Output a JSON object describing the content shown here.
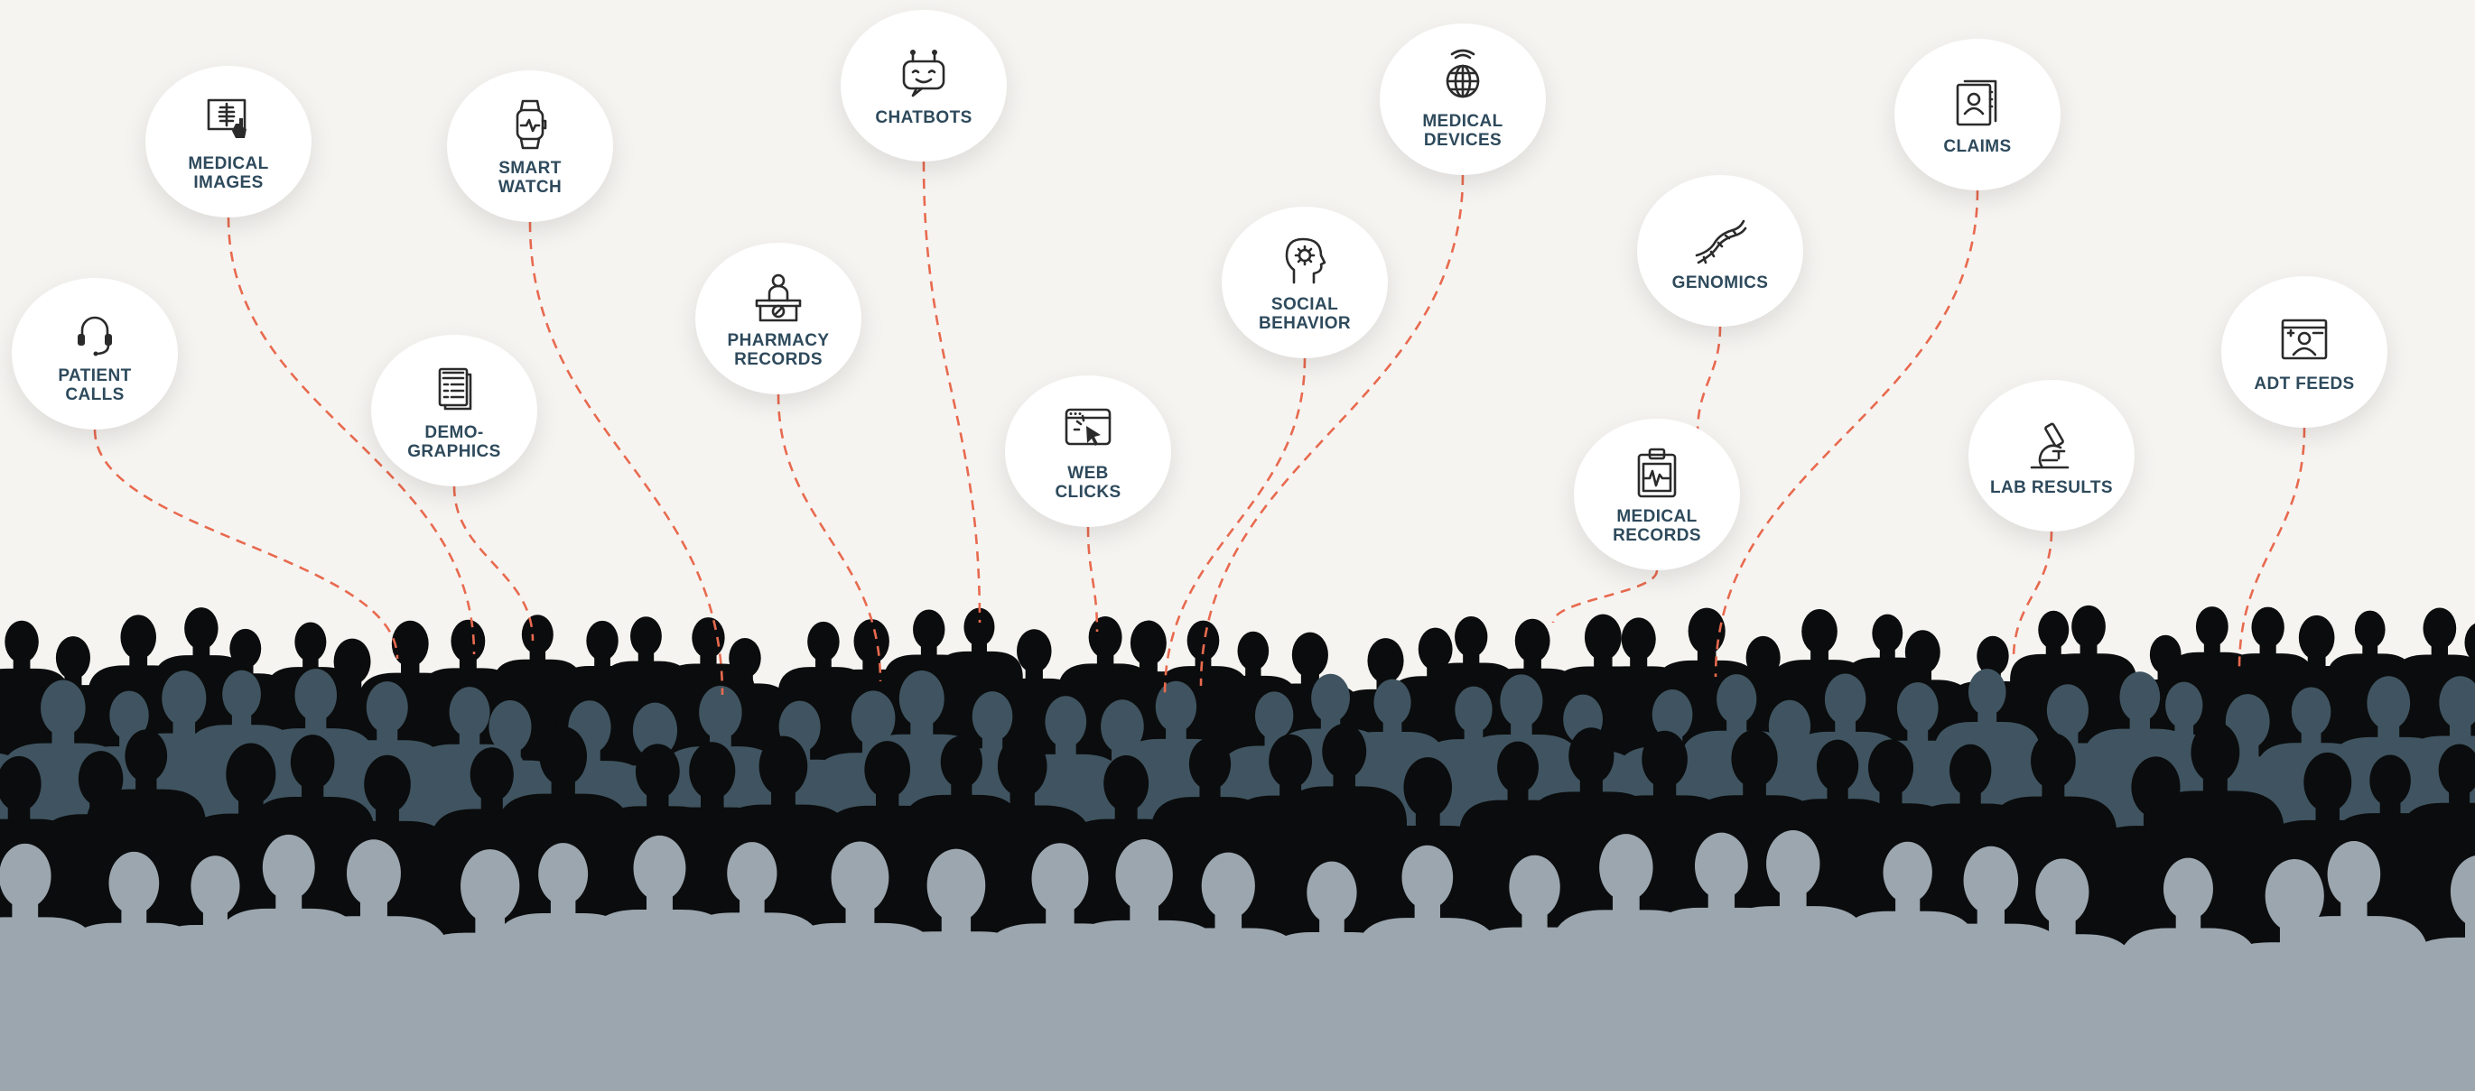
{
  "colors": {
    "background": "#f6f4f1",
    "node_fill": "#ffffff",
    "label": "#2e4a5c",
    "link": "#e86a4f",
    "crowd_back": "#0b0c0d",
    "crowd_mid": "#3f5460",
    "crowd_front": "#9ba6af"
  },
  "nodes": [
    {
      "id": "patient-calls",
      "label": "PATIENT\nCALLS",
      "icon": "headset-icon"
    },
    {
      "id": "medical-images",
      "label": "MEDICAL\nIMAGES",
      "icon": "xray-icon"
    },
    {
      "id": "demographics",
      "label": "DEMO-\nGRAPHICS",
      "icon": "document-list-icon"
    },
    {
      "id": "smart-watch",
      "label": "SMART\nWATCH",
      "icon": "smartwatch-icon"
    },
    {
      "id": "pharmacy-records",
      "label": "PHARMACY\nRECORDS",
      "icon": "pharmacist-icon"
    },
    {
      "id": "chatbots",
      "label": "CHATBOTS",
      "icon": "robot-icon"
    },
    {
      "id": "web-clicks",
      "label": "WEB\nCLICKS",
      "icon": "browser-click-icon"
    },
    {
      "id": "social-behavior",
      "label": "SOCIAL\nBEHAVIOR",
      "icon": "head-gear-icon"
    },
    {
      "id": "medical-devices",
      "label": "MEDICAL\nDEVICES",
      "icon": "globe-signal-icon"
    },
    {
      "id": "medical-records",
      "label": "MEDICAL\nRECORDS",
      "icon": "clipboard-ecg-icon"
    },
    {
      "id": "genomics",
      "label": "GENOMICS",
      "icon": "dna-icon"
    },
    {
      "id": "claims",
      "label": "CLAIMS",
      "icon": "profile-document-icon"
    },
    {
      "id": "lab-results",
      "label": "LAB RESULTS",
      "icon": "microscope-icon"
    },
    {
      "id": "adt-feeds",
      "label": "ADT FEEDS",
      "icon": "patient-card-icon"
    }
  ]
}
